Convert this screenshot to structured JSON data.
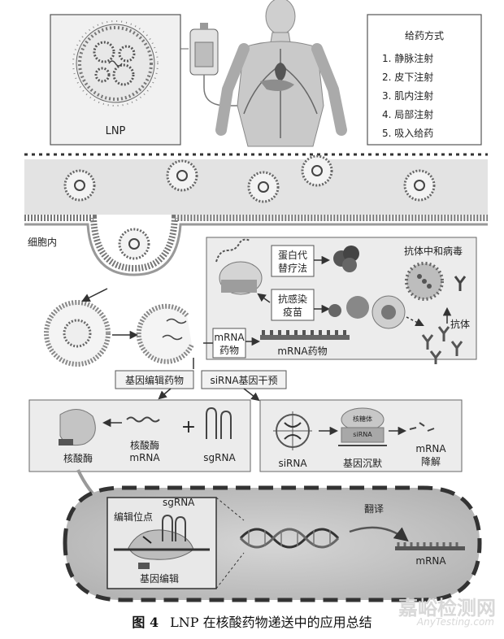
{
  "top": {
    "lnp_label": "LNP",
    "admin": {
      "title": "给药方式",
      "routes": [
        "1. 静脉注射",
        "2. 皮下注射",
        "3. 肌内注射",
        "4. 局部注射",
        "5. 吸入给药"
      ]
    }
  },
  "cell": {
    "intracellular_label": "细胞内",
    "protein_therapy": [
      "蛋白代",
      "替疗法"
    ],
    "vaccine": [
      "抗感染",
      "疫苗"
    ],
    "mrna_drug_box": [
      "mRNA",
      "药物"
    ],
    "mrna_drug_label": "mRNA药物",
    "neutralize_label": "抗体中和病毒",
    "antibody_label": "抗体",
    "gene_edit_drug": "基因编辑药物",
    "sirna_intervention": "siRNA基因干预",
    "nuclease": "核酸酶",
    "nuclease_mrna": [
      "核酸酶",
      "mRNA"
    ],
    "sgrna": "sgRNA",
    "plus": "+",
    "sirna": "siRNA",
    "ribosome": "核糖体",
    "sirna_small": "siRNA",
    "gene_silencing": "基因沉默",
    "mrna_degrade": [
      "mRNA",
      "降解"
    ],
    "sgrna_nucleus": "sgRNA",
    "edit_site": "编辑位点",
    "gene_editing": "基因编辑",
    "translation": "翻译",
    "mrna_nucleus": "mRNA"
  },
  "caption": {
    "label": "图 4",
    "text": "LNP 在核酸药物递送中的应用总结"
  },
  "watermark": {
    "cn": "嘉峪检测网",
    "en": "AnyTesting.com"
  }
}
